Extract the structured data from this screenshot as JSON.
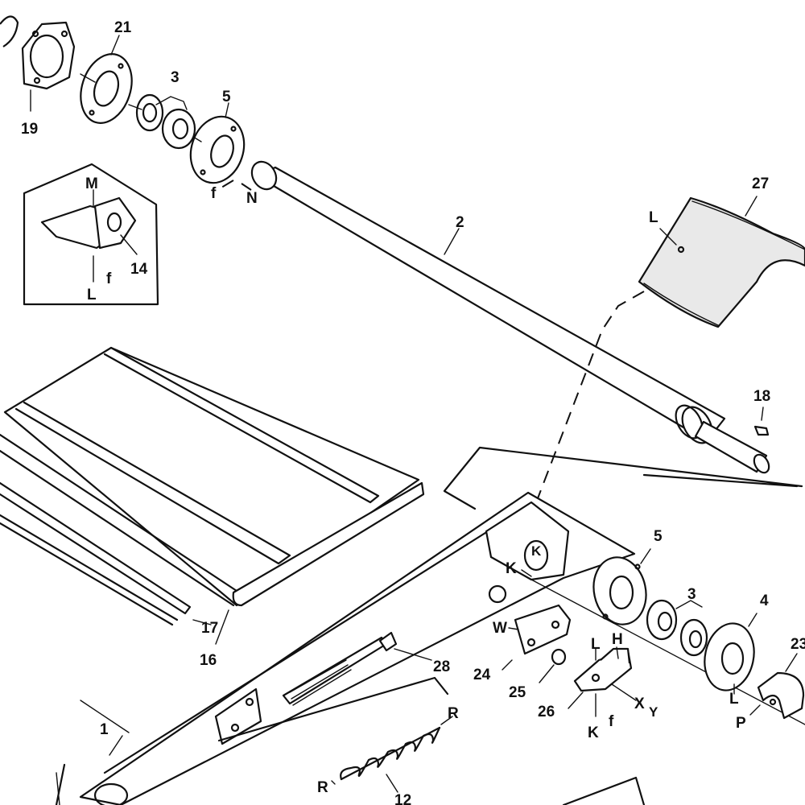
{
  "diagram": {
    "labels": {
      "n19": "19",
      "n21": "21",
      "n3a": "3",
      "n5a": "5",
      "fTop": "f",
      "nTop": "N",
      "n2": "2",
      "n27": "27",
      "lBelt": "L",
      "n18": "18",
      "mInset": "M",
      "n14": "14",
      "fInset": "f",
      "lInset": "L",
      "n17": "17",
      "n16": "16",
      "n5b": "5",
      "kA": "K",
      "kB": "K",
      "n3b": "3",
      "n4": "4",
      "n23": "23",
      "lRing": "L",
      "pPlate": "P",
      "w": "W",
      "n24": "24",
      "n25": "25",
      "n26": "26",
      "lBr": "L",
      "hBr": "H",
      "x": "X",
      "y": "Y",
      "fBr": "f",
      "kBr": "K",
      "n28": "28",
      "rA": "R",
      "rB": "R",
      "n12": "12",
      "n1": "1"
    }
  }
}
